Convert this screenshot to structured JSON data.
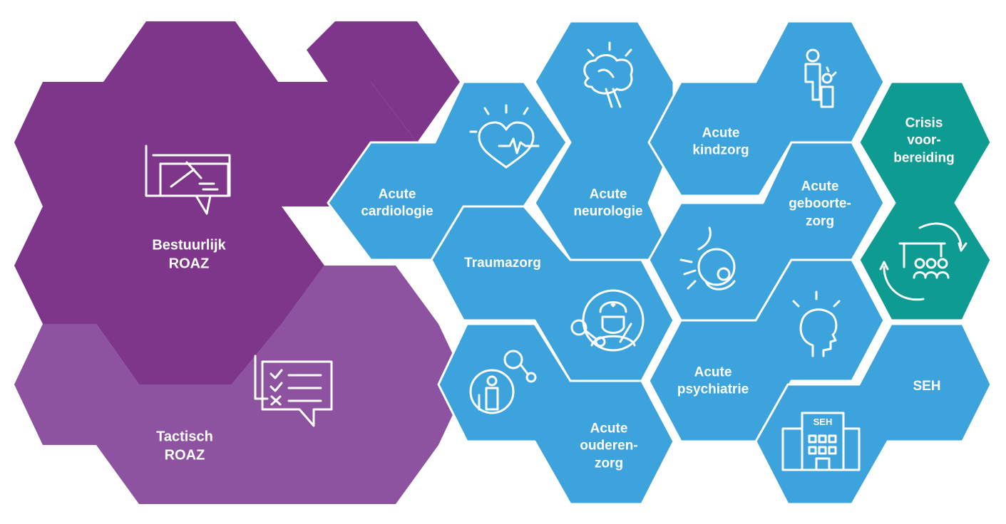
{
  "colors": {
    "governance_dark": "#7e368a",
    "governance_light": "#8d52a0",
    "care_blue": "#3ca3dd",
    "crisis_green": "#0e9c92",
    "background": "#ffffff",
    "line": "#ffffff"
  },
  "tiles": {
    "bestuurlijk": {
      "line1": "Bestuurlijk",
      "line2": "ROAZ",
      "icon": "gavel-document-speech-icon"
    },
    "tactisch": {
      "line1": "Tactisch",
      "line2": "ROAZ",
      "icon": "checklist-speech-icon"
    },
    "cardiologie": {
      "line1": "Acute",
      "line2": "cardiologie",
      "icon": "heart-pulse-icon"
    },
    "neurologie": {
      "line1": "Acute",
      "line2": "neurologie",
      "icon": "brain-icon"
    },
    "kindzorg": {
      "line1": "Acute",
      "line2": "kindzorg",
      "icon": "parent-child-icon"
    },
    "crisis": {
      "line1": "Crisis",
      "line2": "voor-",
      "line3": "bereiding",
      "icon": "meeting-cycle-icon"
    },
    "trauma": {
      "line1": "Traumazorg",
      "icon": "surgeon-network-icon"
    },
    "geboorte": {
      "line1": "Acute",
      "line2": "geboorte-",
      "line3": "zorg",
      "icon": "fetus-icon"
    },
    "psychiatrie": {
      "line1": "Acute",
      "line2": "psychiatrie",
      "icon": "head-thought-icon"
    },
    "ouderen": {
      "line1": "Acute",
      "line2": "ouderen-",
      "line3": "zorg",
      "icon": "elderly-person-icon"
    },
    "seh": {
      "line1": "SEH",
      "icon": "hospital-building-icon",
      "building_sign": "SEH"
    }
  }
}
